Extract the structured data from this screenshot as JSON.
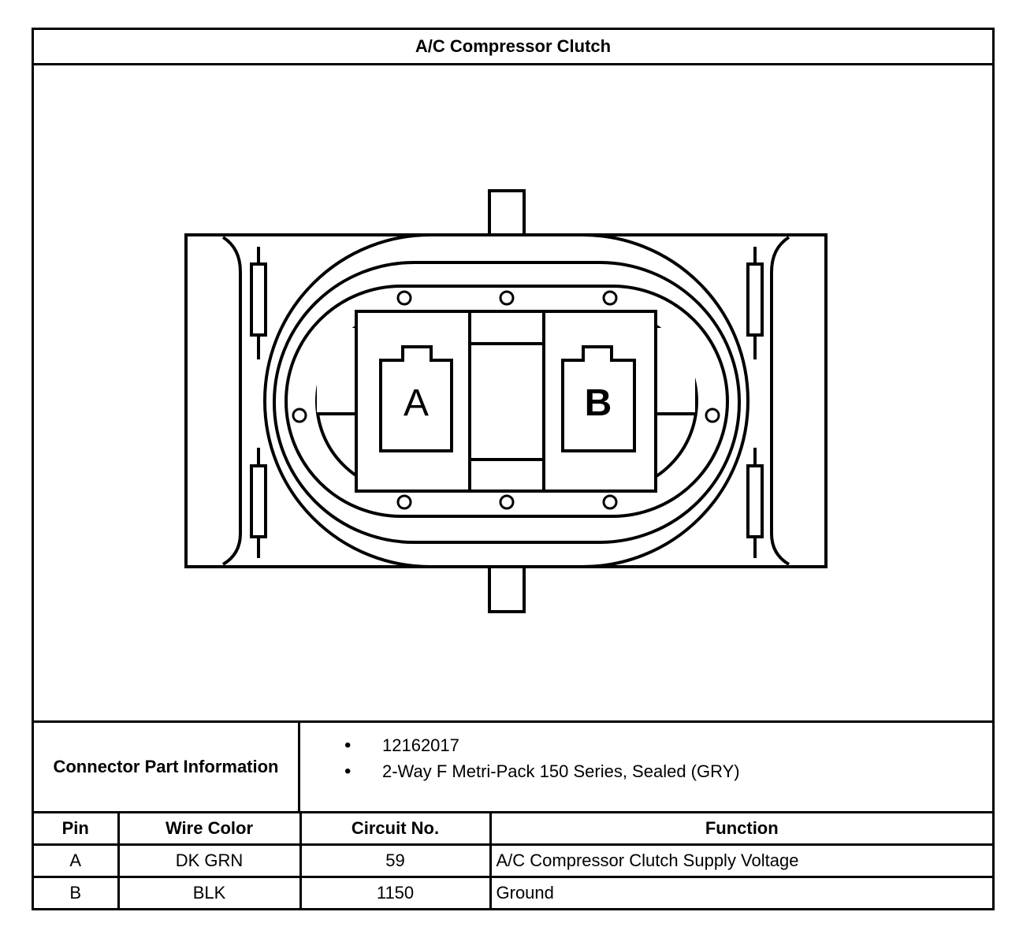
{
  "title": "A/C Compressor Clutch",
  "diagram": {
    "cavity_labels": [
      "A",
      "B"
    ]
  },
  "connector_info": {
    "label": "Connector Part Information",
    "items": [
      "12162017",
      "2-Way F Metri-Pack 150 Series, Sealed (GRY)"
    ]
  },
  "pin_table": {
    "headers": [
      "Pin",
      "Wire Color",
      "Circuit No.",
      "Function"
    ],
    "rows": [
      [
        "A",
        "DK GRN",
        "59",
        "A/C Compressor Clutch Supply Voltage"
      ],
      [
        "B",
        "BLK",
        "1150",
        "Ground"
      ]
    ]
  }
}
